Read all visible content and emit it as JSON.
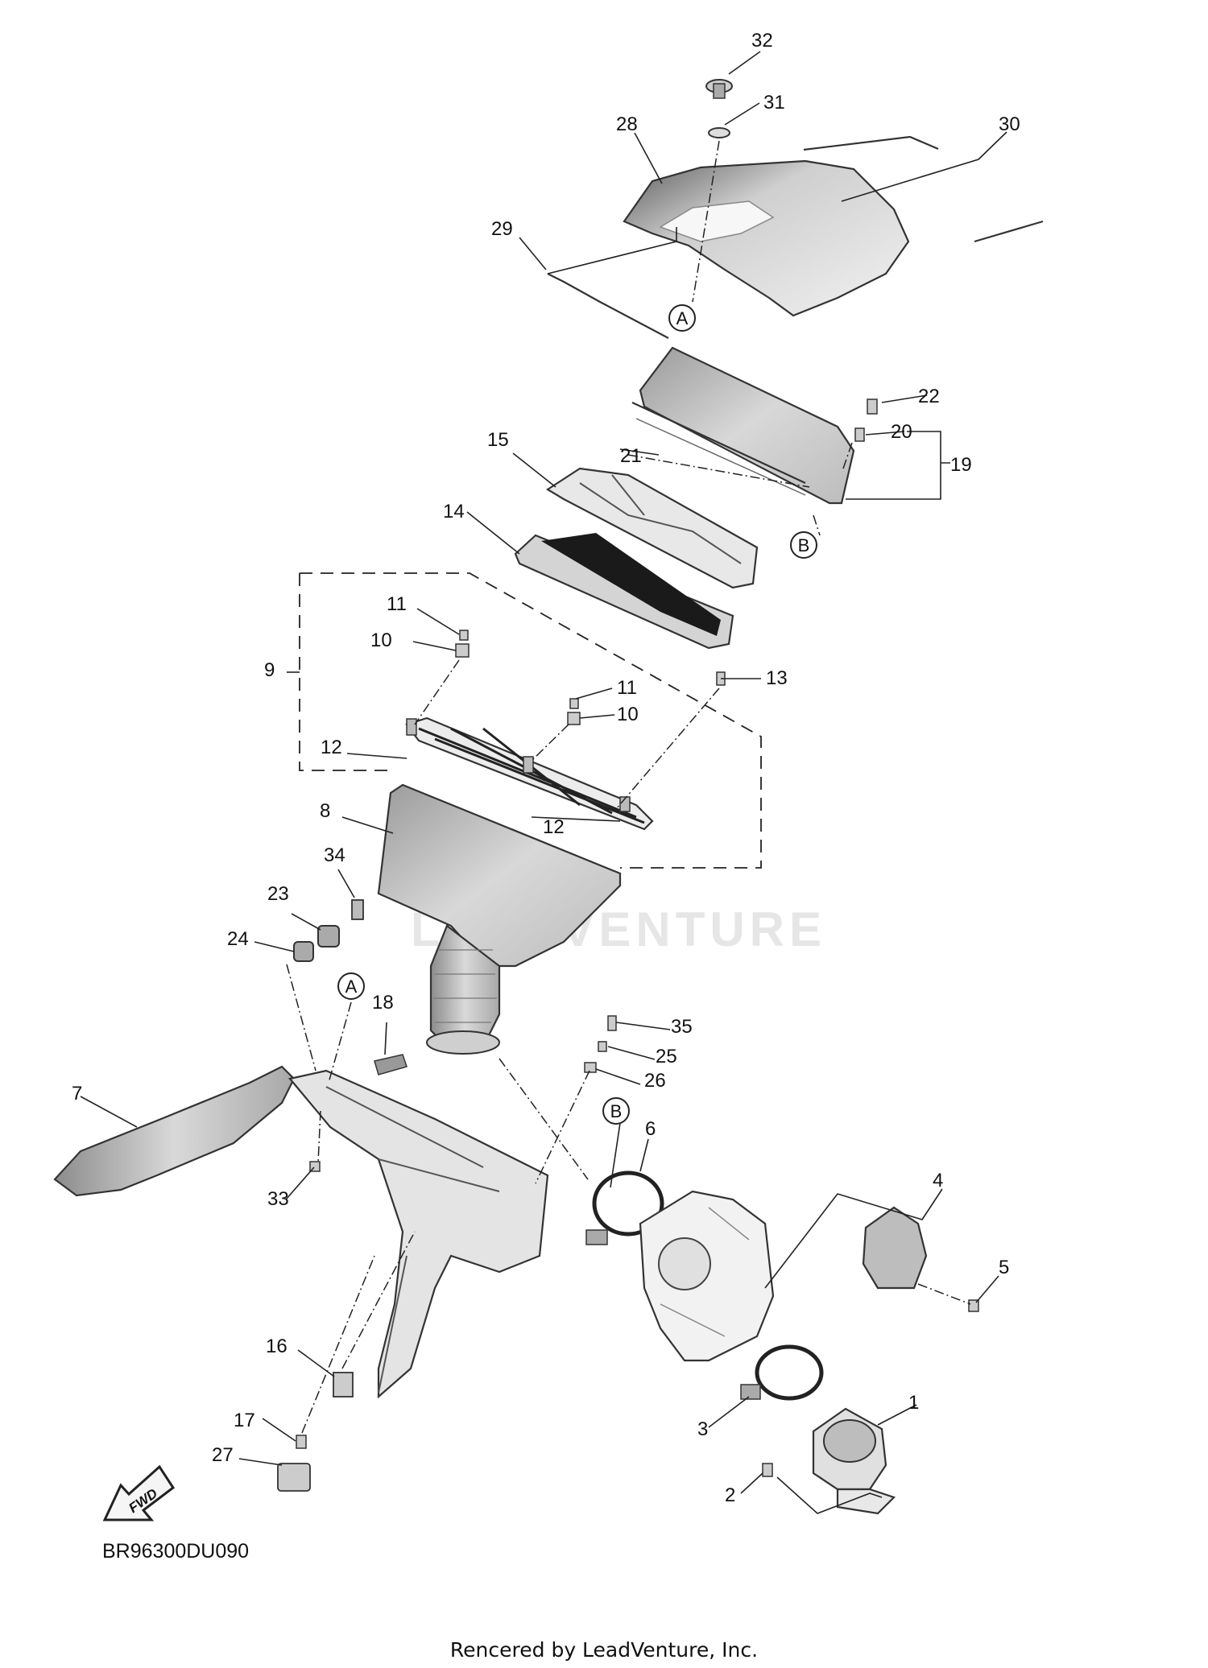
{
  "diagram_code": "BR96300DU090",
  "footer_credit": "Rencered by LeadVenture, Inc.",
  "watermark": "LEADVENTURE",
  "fwd_label": "FWD",
  "ref_markers": [
    "A",
    "A",
    "B",
    "B"
  ],
  "callouts": [
    "1",
    "2",
    "3",
    "4",
    "5",
    "6",
    "7",
    "8",
    "9",
    "10",
    "10",
    "11",
    "11",
    "12",
    "12",
    "12",
    "13",
    "14",
    "15",
    "16",
    "17",
    "18",
    "19",
    "20",
    "21",
    "22",
    "23",
    "24",
    "25",
    "26",
    "27",
    "28",
    "29",
    "30",
    "31",
    "32",
    "33",
    "34",
    "35"
  ]
}
